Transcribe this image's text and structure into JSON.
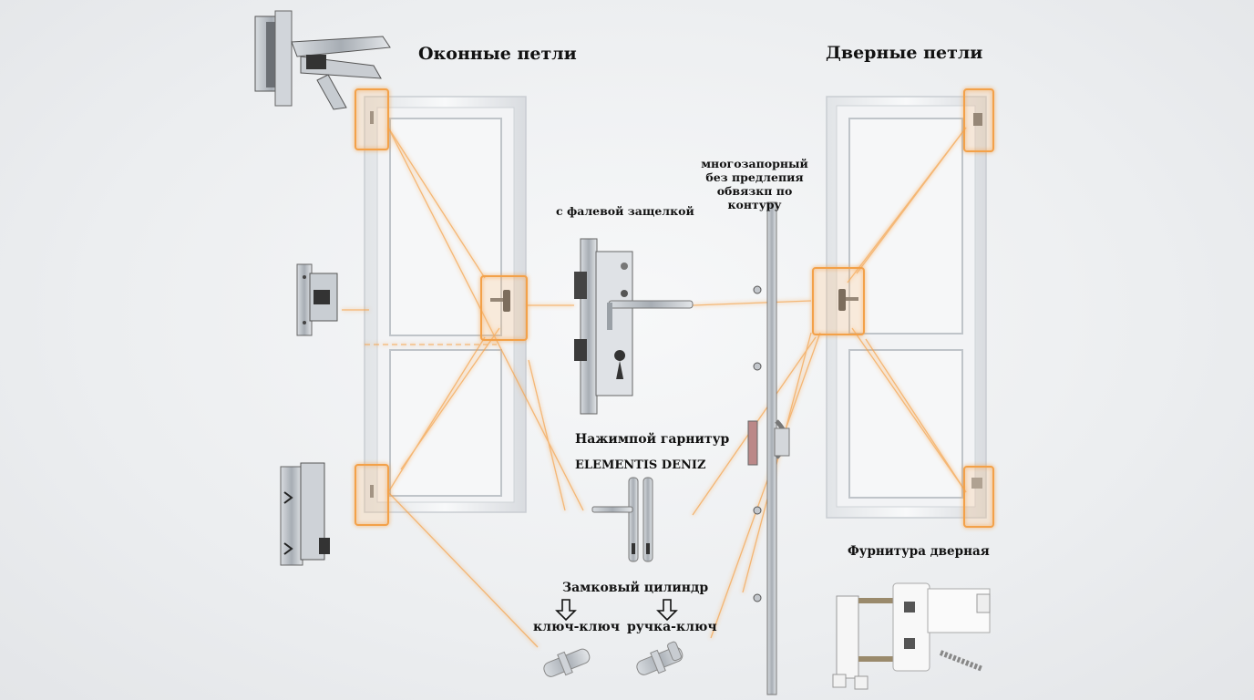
{
  "titles": {
    "window_hinges": "Оконные петли",
    "door_hinges": "Дверные петли"
  },
  "labels": {
    "latch_lock": "с фалевой защелкой",
    "multipoint_lock": "многозапорный без предлепия обвязкп по контуру",
    "handle_set": "Нажимпой гарнитур",
    "handle_brand": "ELEMENTIS DENIZ",
    "cylinder": "Замковый цилиндр",
    "key_key": "ключ-ключ",
    "handle_key": "ручка-ключ",
    "door_hardware": "Фурнитура дверная"
  },
  "colors": {
    "glow": "#f5a24a",
    "frame": "#f4f5f6",
    "metal": "#b9bec4"
  }
}
